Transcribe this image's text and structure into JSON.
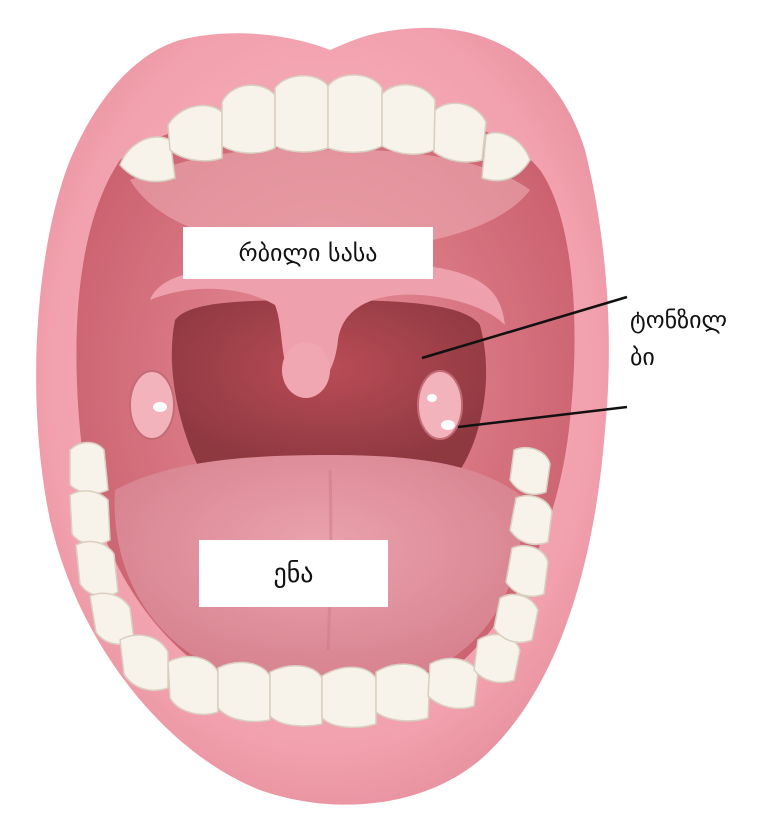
{
  "labels": {
    "soft_palate": "რბილი სასა",
    "tongue": "ენა",
    "tonsils_line1": "ტონზილ",
    "tonsils_line2": "ბი"
  },
  "colors": {
    "lips": "#f4a3b0",
    "mouth_cavity": "#d46a78",
    "throat": "#b04a52",
    "tongue": "#e89aa6",
    "teeth": "#f7f3ea",
    "leader_lines": "#111111"
  }
}
